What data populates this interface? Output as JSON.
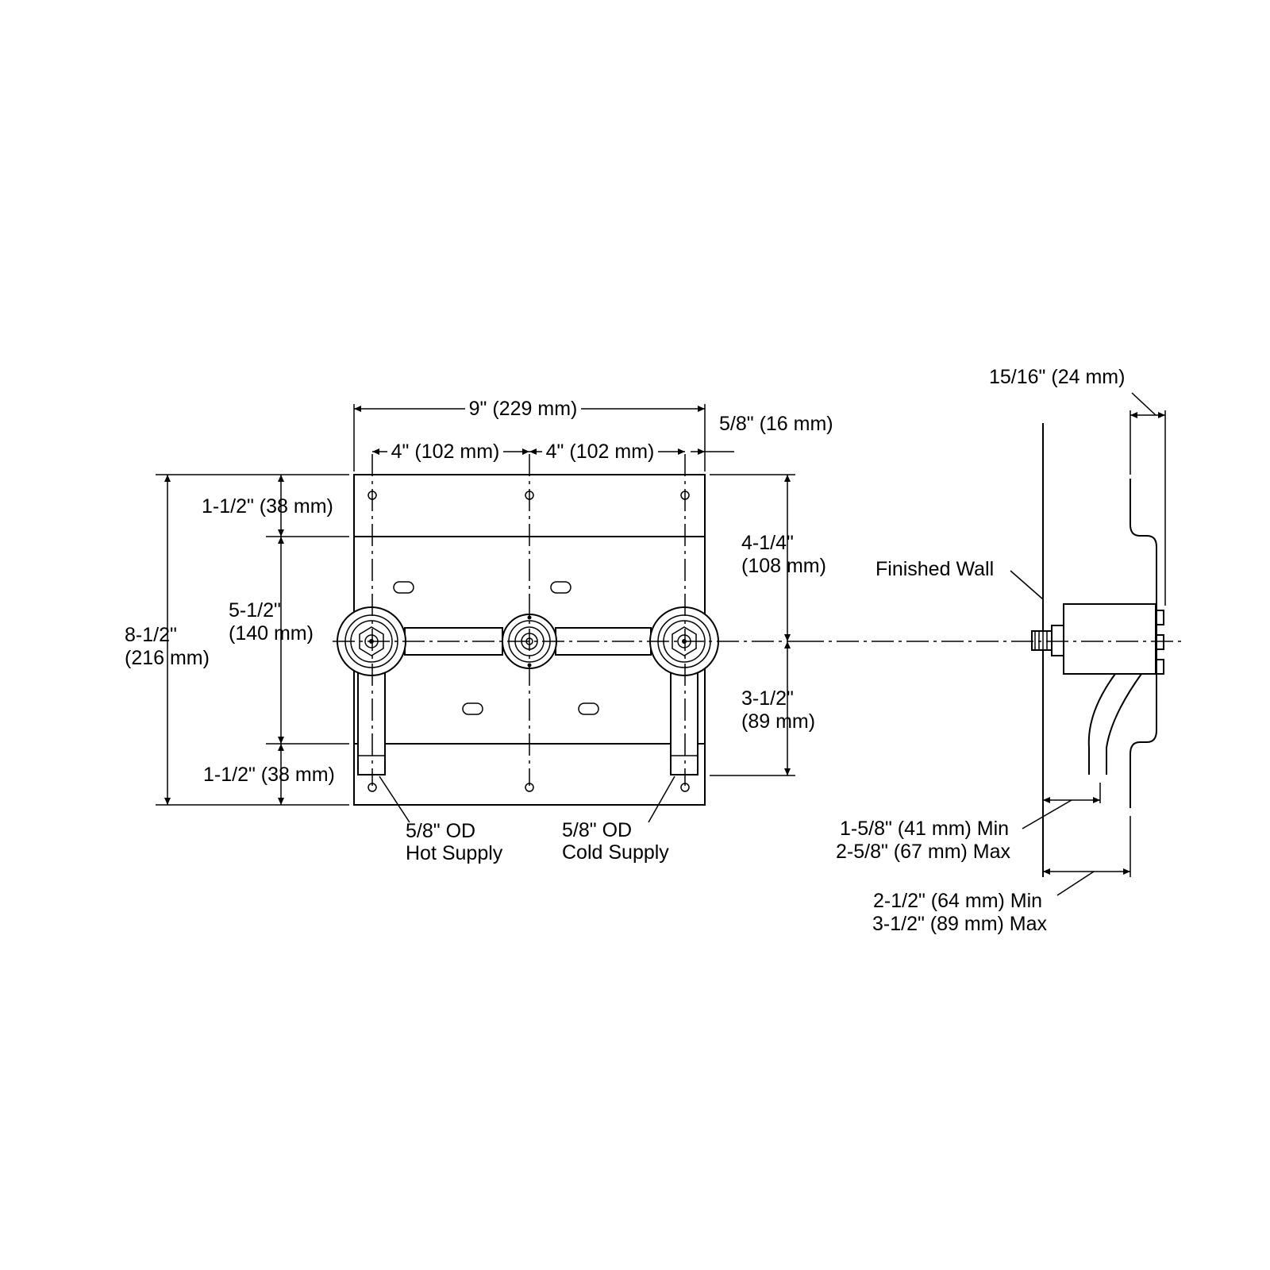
{
  "front_view": {
    "overall_width": "9\" (229 mm)",
    "left_spacing": "4\" (102 mm)",
    "right_spacing": "4\" (102 mm)",
    "edge_offset": "5/8\" (16 mm)",
    "top_margin": "1-1/2\" (38 mm)",
    "mid_height": [
      "5-1/2\"",
      "(140 mm)"
    ],
    "bottom_margin": "1-1/2\" (38 mm)",
    "overall_height": [
      "8-1/2\"",
      "(216 mm)"
    ],
    "upper_to_center": [
      "4-1/4\"",
      "(108 mm)"
    ],
    "center_to_lower": [
      "3-1/2\"",
      "(89 mm)"
    ],
    "hot_supply": [
      "5/8\" OD",
      "Hot Supply"
    ],
    "cold_supply": [
      "5/8\" OD",
      "Cold Supply"
    ]
  },
  "side_view": {
    "plate_depth": "15/16\" (24 mm)",
    "wall_label": "Finished Wall",
    "rough_depth": [
      "1-5/8\" (41 mm) Min",
      "2-5/8\" (67 mm) Max"
    ],
    "plate_offset": [
      "2-1/2\" (64 mm) Min",
      "3-1/2\" (89 mm) Max"
    ]
  }
}
